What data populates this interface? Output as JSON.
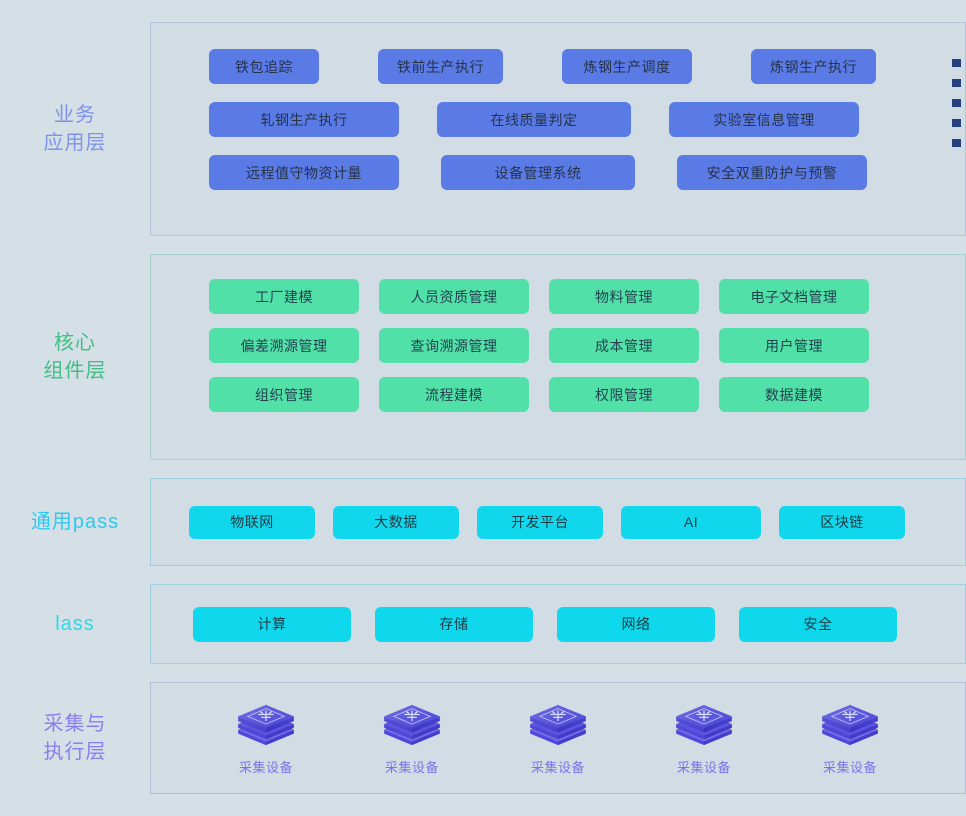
{
  "colors": {
    "page_background": "#d5dfe6",
    "panel_background": "#d2dce4",
    "business_accent": "#5a7ae6",
    "business_label": "#7d94e8",
    "core_accent": "#51e0a8",
    "core_label": "#3fbf85",
    "paas_accent": "#11d7ec",
    "paas_label": "#2fc8ee",
    "iaas_accent": "#10d8ec",
    "iaas_label": "#2fd7e8",
    "device_label": "#8a7ef0",
    "edge_bullet": "#27407e"
  },
  "layers": {
    "business": {
      "label": "业务\n应用层",
      "rows": [
        [
          {
            "label": "铁包追踪",
            "width": 110
          },
          {
            "label": "铁前生产执行",
            "width": 125
          },
          {
            "label": "炼钢生产调度",
            "width": 130
          },
          {
            "label": "炼钢生产执行",
            "width": 125
          }
        ],
        [
          {
            "label": "轧钢生产执行",
            "width": 190
          },
          {
            "label": "在线质量判定",
            "width": 194
          },
          {
            "label": "实验室信息管理",
            "width": 190
          }
        ],
        [
          {
            "label": "远程值守物资计量",
            "width": 190
          },
          {
            "label": "设备管理系统",
            "width": 194
          },
          {
            "label": "安全双重防护与预警",
            "width": 190
          }
        ]
      ],
      "row_gaps": [
        59,
        38,
        42
      ]
    },
    "core": {
      "label": "核心\n组件层",
      "rows": [
        [
          "工厂建模",
          "人员资质管理",
          "物料管理",
          "电子文档管理"
        ],
        [
          "偏差溯源管理",
          "查询溯源管理",
          "成本管理",
          "用户管理"
        ],
        [
          "组织管理",
          "流程建模",
          "权限管理",
          "数据建模"
        ]
      ]
    },
    "paas": {
      "label": "通用pass",
      "items": [
        {
          "label": "物联网",
          "width": 126
        },
        {
          "label": "大数据",
          "width": 126
        },
        {
          "label": "开发平台",
          "width": 126
        },
        {
          "label": "AI",
          "width": 140
        },
        {
          "label": "区块链",
          "width": 126
        }
      ]
    },
    "iaas": {
      "label": "lass",
      "items": [
        {
          "label": "计算",
          "width": 158
        },
        {
          "label": "存储",
          "width": 158
        },
        {
          "label": "网络",
          "width": 158
        },
        {
          "label": "安全",
          "width": 158
        }
      ]
    },
    "device": {
      "label": "采集与\n执行层",
      "icon_name": "collection-device-cube-icon",
      "items": [
        {
          "label": "采集设备"
        },
        {
          "label": "采集设备"
        },
        {
          "label": "采集设备"
        },
        {
          "label": "采集设备"
        },
        {
          "label": "采集设备"
        }
      ]
    }
  },
  "edge_bullets": {
    "count": 5
  }
}
